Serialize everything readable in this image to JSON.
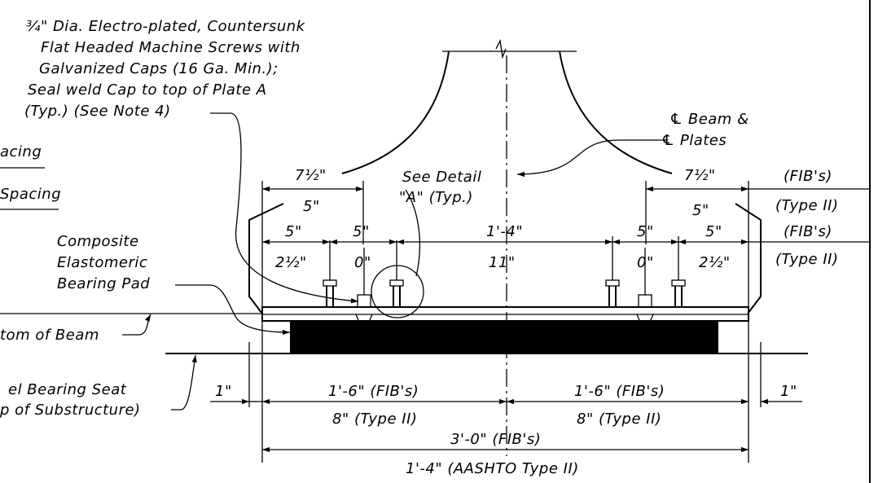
{
  "notes": {
    "screws": [
      "¾\" Dia. Electro-plated, Countersunk",
      "Flat Headed Machine Screws with",
      "Galvanized Caps (16 Ga. Min.);",
      "Seal weld Cap to top of Plate A",
      "(Typ.)  (See Note 4)"
    ],
    "centerline": [
      "℄ Beam &",
      "℄ Plates"
    ],
    "see_detail": [
      "See Detail",
      "\"A\" (Typ.)"
    ],
    "pad": [
      "Composite",
      "Elastomeric",
      "Bearing Pad"
    ],
    "left_spacing_1": "acing",
    "left_spacing_2": "Spacing",
    "bottom_of_beam": "tom of Beam",
    "seat": [
      "el Bearing Seat",
      "p of Substructure)"
    ]
  },
  "dims": {
    "top_left_7half": "7½\"",
    "top_right_7half": "7½\"",
    "left_5_upper": "5\"",
    "right_5_upper": "5\"",
    "row_a": [
      "5\"",
      "5\"",
      "1'-4\"",
      "5\"",
      "5\""
    ],
    "row_b": [
      "2½\"",
      "0\"",
      "11\"",
      "0\"",
      "2½\""
    ],
    "fibs_1": "(FIB's)",
    "type2_1": "(Type II)",
    "fibs_2": "(FIB's)",
    "type2_2": "(Type II)",
    "one_inch_left": "1\"",
    "one_inch_right": "1\"",
    "half_left_fib": "1'-6\" (FIB's)",
    "half_right_fib": "1'-6\" (FIB's)",
    "half_left_t2": "8\" (Type II)",
    "half_right_t2": "8\" (Type II)",
    "overall_fib": "3'-0\" (FIB's)",
    "overall_aashto": "1'-4\" (AASHTO Type II)"
  }
}
